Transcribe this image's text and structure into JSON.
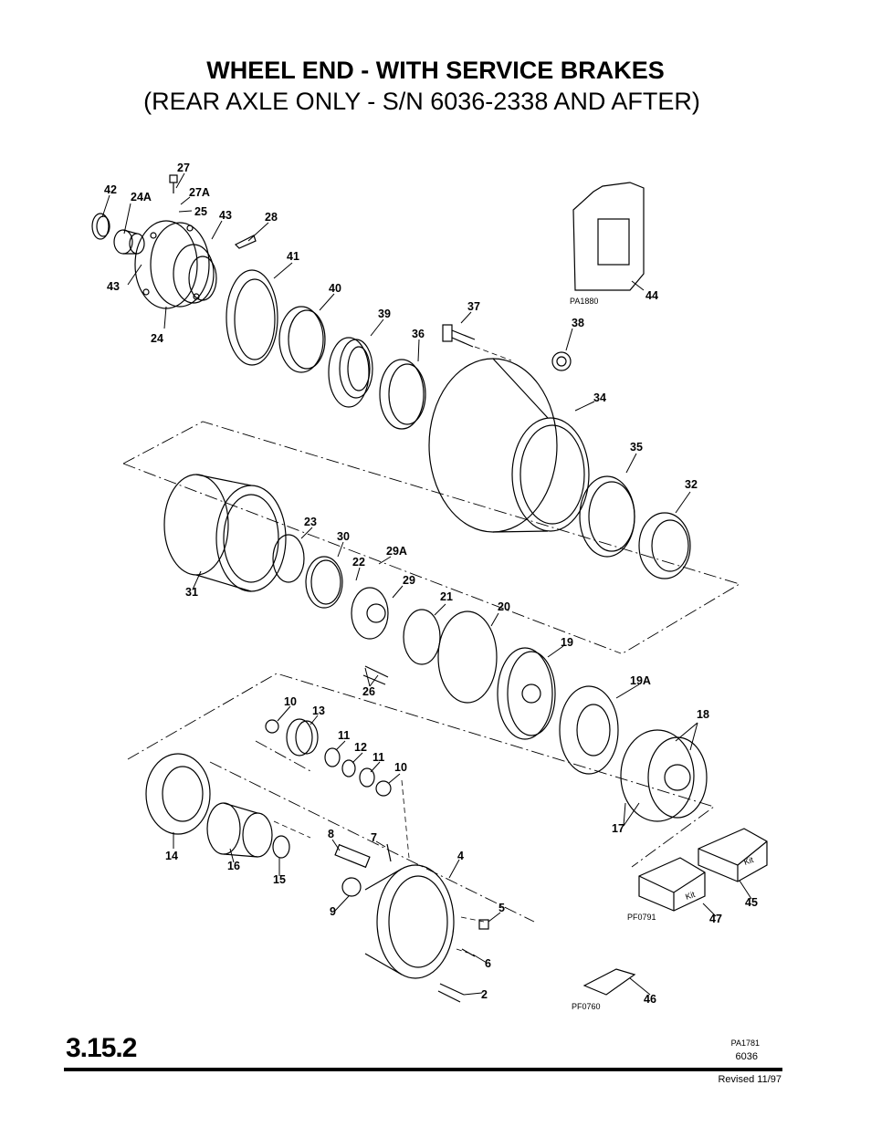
{
  "title": {
    "main": "WHEEL END - WITH SERVICE BRAKES",
    "sub": "(REAR AXLE ONLY - S/N 6036-2338 AND AFTER)"
  },
  "callouts": [
    {
      "id": "c27",
      "text": "27"
    },
    {
      "id": "c42",
      "text": "42"
    },
    {
      "id": "c24A",
      "text": "24A"
    },
    {
      "id": "c27A",
      "text": "27A"
    },
    {
      "id": "c25",
      "text": "25"
    },
    {
      "id": "c43a",
      "text": "43"
    },
    {
      "id": "c28",
      "text": "28"
    },
    {
      "id": "c41",
      "text": "41"
    },
    {
      "id": "c43b",
      "text": "43"
    },
    {
      "id": "c40",
      "text": "40"
    },
    {
      "id": "c24",
      "text": "24"
    },
    {
      "id": "c39",
      "text": "39"
    },
    {
      "id": "c37",
      "text": "37"
    },
    {
      "id": "c36",
      "text": "36"
    },
    {
      "id": "c38",
      "text": "38"
    },
    {
      "id": "c44",
      "text": "44"
    },
    {
      "id": "c34",
      "text": "34"
    },
    {
      "id": "c35",
      "text": "35"
    },
    {
      "id": "c32",
      "text": "32"
    },
    {
      "id": "c23",
      "text": "23"
    },
    {
      "id": "c30",
      "text": "30"
    },
    {
      "id": "c29A",
      "text": "29A"
    },
    {
      "id": "c22",
      "text": "22"
    },
    {
      "id": "c29",
      "text": "29"
    },
    {
      "id": "c31",
      "text": "31"
    },
    {
      "id": "c21",
      "text": "21"
    },
    {
      "id": "c20",
      "text": "20"
    },
    {
      "id": "c19",
      "text": "19"
    },
    {
      "id": "c26",
      "text": "26"
    },
    {
      "id": "c19A",
      "text": "19A"
    },
    {
      "id": "c10a",
      "text": "10"
    },
    {
      "id": "c13",
      "text": "13"
    },
    {
      "id": "c18",
      "text": "18"
    },
    {
      "id": "c11a",
      "text": "11"
    },
    {
      "id": "c12",
      "text": "12"
    },
    {
      "id": "c11b",
      "text": "11"
    },
    {
      "id": "c10b",
      "text": "10"
    },
    {
      "id": "c17",
      "text": "17"
    },
    {
      "id": "c14",
      "text": "14"
    },
    {
      "id": "c8",
      "text": "8"
    },
    {
      "id": "c7",
      "text": "7"
    },
    {
      "id": "c4",
      "text": "4"
    },
    {
      "id": "c16",
      "text": "16"
    },
    {
      "id": "c15",
      "text": "15"
    },
    {
      "id": "c45",
      "text": "45"
    },
    {
      "id": "c47",
      "text": "47"
    },
    {
      "id": "c9",
      "text": "9"
    },
    {
      "id": "c5",
      "text": "5"
    },
    {
      "id": "c6",
      "text": "6"
    },
    {
      "id": "c2",
      "text": "2"
    },
    {
      "id": "c46",
      "text": "46"
    }
  ],
  "figure_codes": {
    "pa1880": "PA1880",
    "pf0791": "PF0791",
    "pf0760": "PF0760"
  },
  "kit_label": "Kit",
  "footer": {
    "section": "3.15.2",
    "figure_code": "PA1781",
    "model": "6036",
    "revised": "Revised 11/97"
  }
}
